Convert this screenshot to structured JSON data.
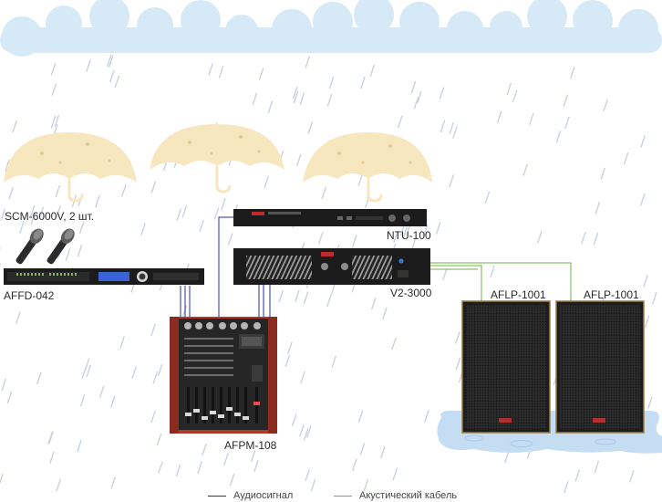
{
  "devices": {
    "microphones": "SCM-6000V, 2 шт.",
    "processor": "AFFD-042",
    "player": "NTU-100",
    "amplifier": "V2-3000",
    "speaker_left": "AFLP-1001",
    "speaker_right": "AFLP-1001",
    "mixer": "AFPM-108"
  },
  "legend": {
    "audio_label": "Аудиосигнал",
    "audio_color": "#1e2fa6",
    "acoustic_label": "Акустический кабель",
    "acoustic_color": "#6fb545"
  },
  "colors": {
    "cloud": "#d6e9f7",
    "rain": "#c7d3e0",
    "umbrella": "#f7e7bf",
    "puddle": "#c4ddf3",
    "device": "#1b1b1b",
    "mixer_body": "#b03a2a"
  }
}
